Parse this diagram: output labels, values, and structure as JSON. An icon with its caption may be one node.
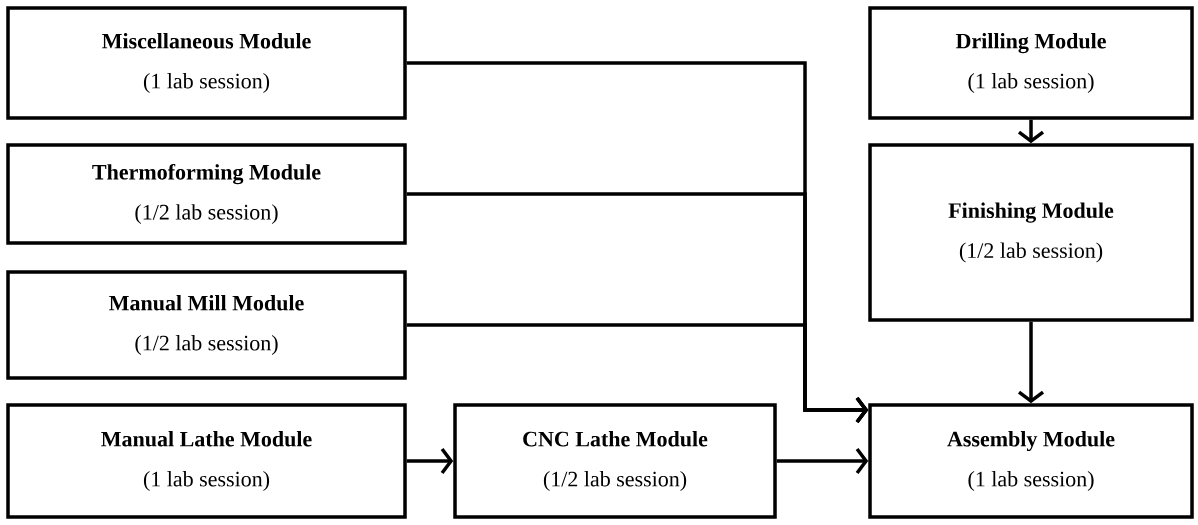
{
  "diagram": {
    "nodes": [
      {
        "text": [
          "Miscellaneous Module",
          "(1 lab session)"
        ]
      },
      {
        "text": [
          "Drilling Module",
          "(1 lab session)"
        ]
      },
      {
        "text": [
          "Thermoforming Module",
          "(1/2 lab session)"
        ]
      },
      {
        "text": [
          "Finishing Module",
          "(1/2 lab session)"
        ]
      },
      {
        "text": [
          "Manual Mill Module",
          "(1/2 lab session)"
        ]
      },
      {
        "text": [
          "Manual Lathe Module",
          "(1 lab session)"
        ]
      },
      {
        "text": [
          "CNC Lathe Module",
          "(1/2 lab session)"
        ]
      },
      {
        "text": [
          "Assembly Module",
          "(1 lab session)"
        ]
      }
    ],
    "edges": [
      {
        "from": 0,
        "to": 7,
        "arrow": "to"
      },
      {
        "from": 2,
        "to": 7,
        "arrow": "to"
      },
      {
        "from": 4,
        "to": 7,
        "arrow": "to"
      },
      {
        "from": 1,
        "to": 3,
        "arrow": "to"
      },
      {
        "from": 3,
        "to": 7,
        "arrow": "to"
      },
      {
        "from": 5,
        "to": 6,
        "arrow": "to"
      },
      {
        "from": 6,
        "to": 7,
        "arrow": "to"
      }
    ]
  }
}
